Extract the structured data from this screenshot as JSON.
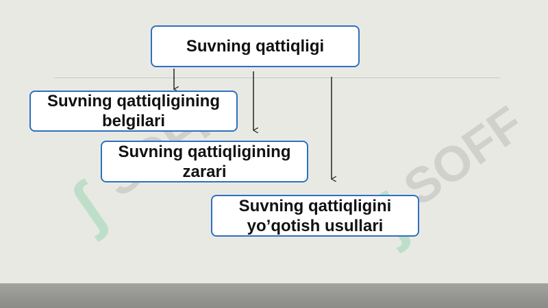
{
  "diagram": {
    "root": {
      "label": "Suvning qattiqligi"
    },
    "children": [
      {
        "label": "Suvning qattiqligining belgilari"
      },
      {
        "label": "Suvning qattiqligining zarari"
      },
      {
        "label": "Suvning qattiqligini yo’qotish usullari"
      }
    ]
  },
  "watermark": {
    "text": "SOFF"
  },
  "colors": {
    "background": "#e9e9e4",
    "box_border": "#2e6fc0",
    "box_fill": "#ffffff",
    "arrow": "#222222",
    "watermark": "#3ec27a"
  }
}
